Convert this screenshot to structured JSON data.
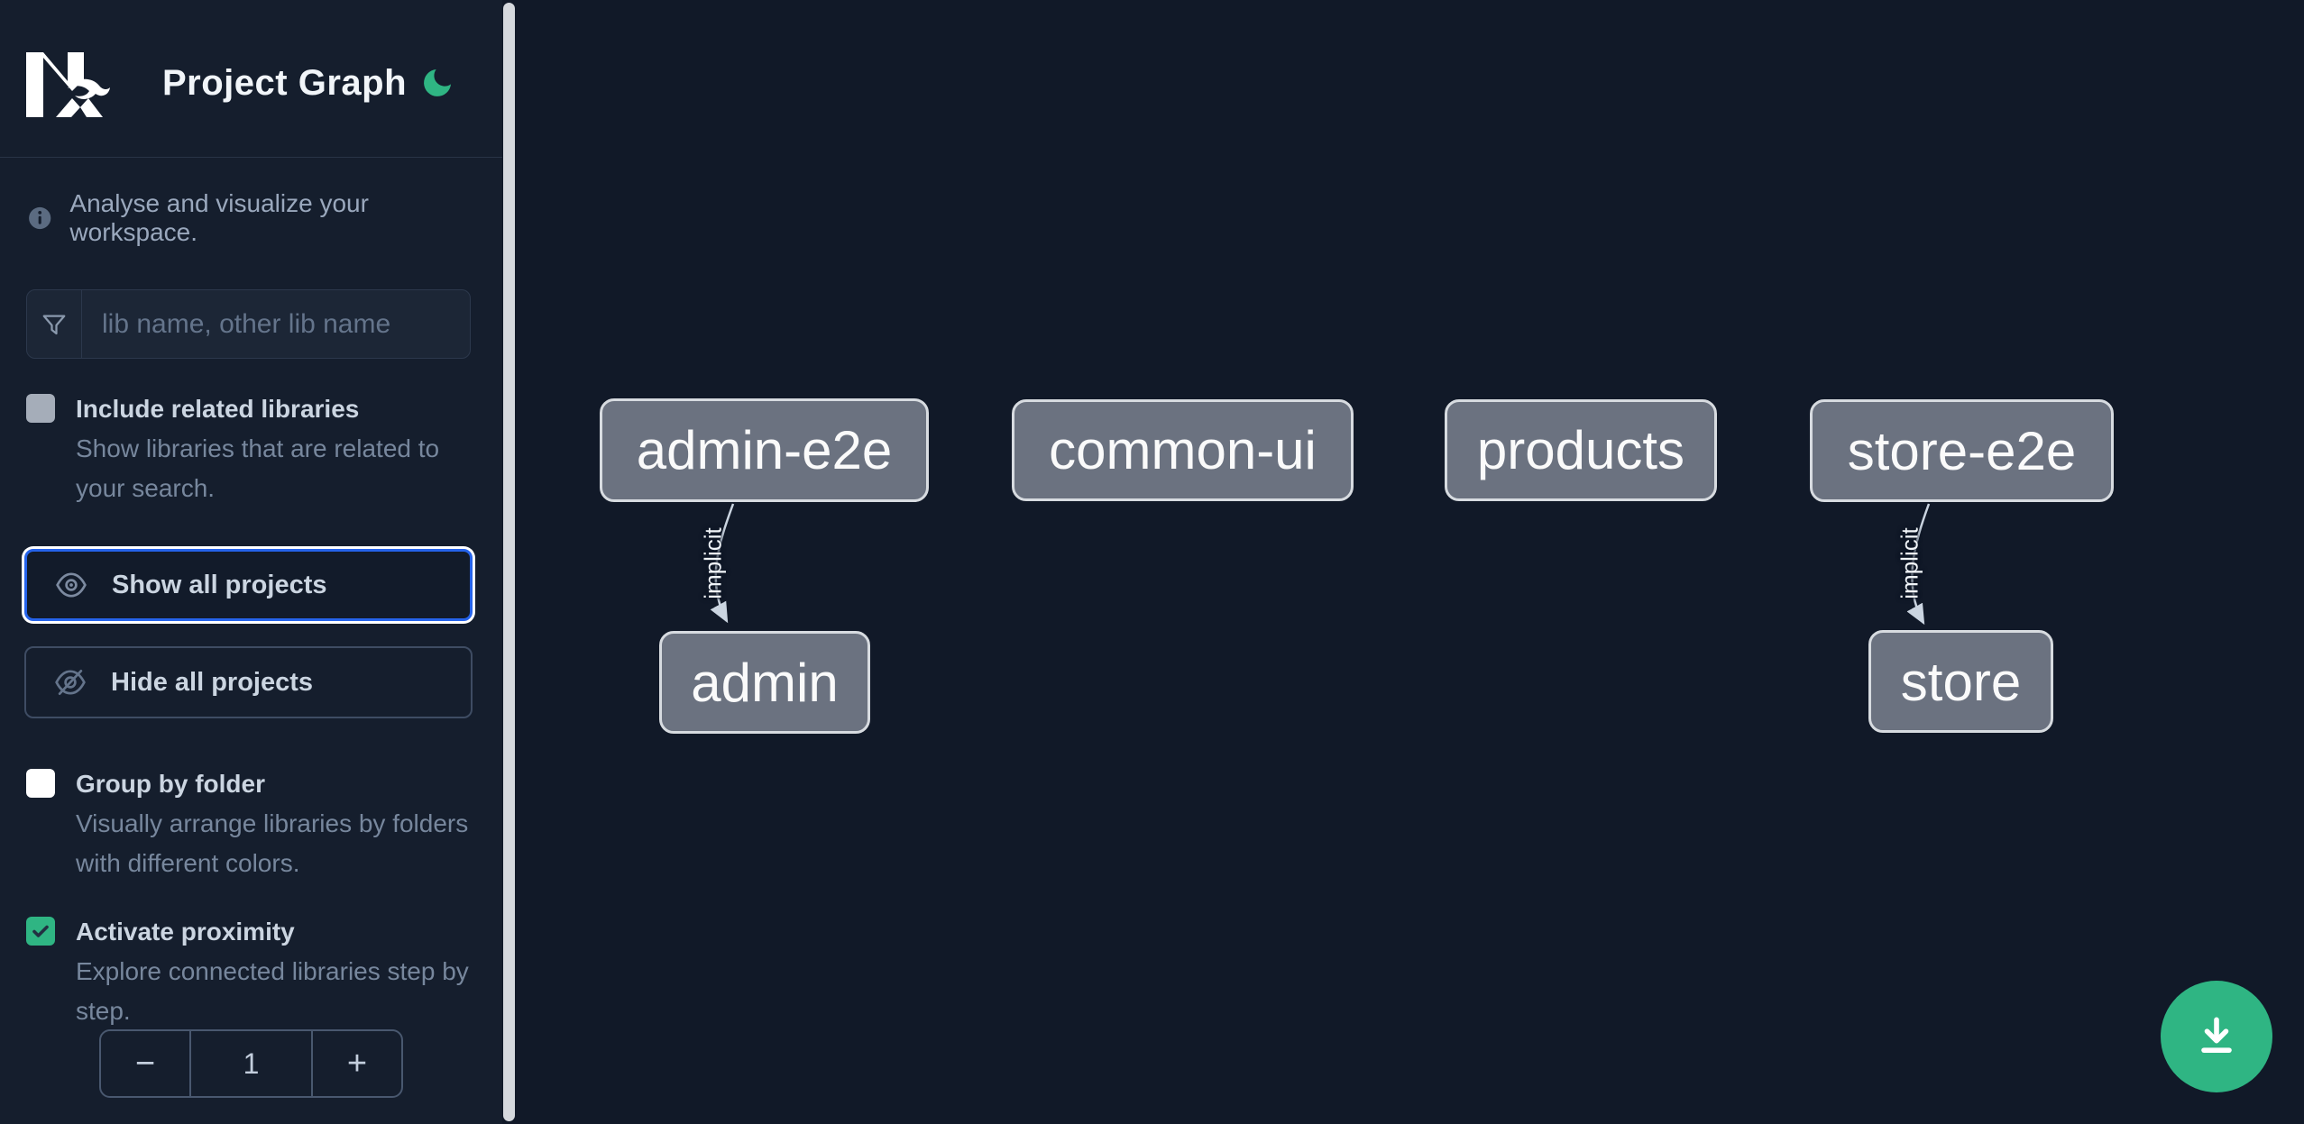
{
  "header": {
    "title": "Project Graph",
    "logo_icon": "nx-logo",
    "theme_icon": "moon"
  },
  "intro": {
    "icon": "info-circle-icon",
    "text": "Analyse and visualize your workspace."
  },
  "search": {
    "icon": "funnel-icon",
    "placeholder": "lib name, other lib name",
    "value": ""
  },
  "options": {
    "include_related": {
      "label": "Include related libraries",
      "description": "Show libraries that are related to your search.",
      "checked": false
    },
    "group_by_folder": {
      "label": "Group by folder",
      "description": "Visually arrange libraries by folders with different colors.",
      "checked": false
    },
    "activate_proximity": {
      "label": "Activate proximity",
      "description": "Explore connected libraries step by step.",
      "checked": true
    }
  },
  "buttons": {
    "show_all": "Show all projects",
    "hide_all": "Hide all projects",
    "show_all_icon": "eye-icon",
    "hide_all_icon": "eye-off-icon",
    "show_all_focused": true
  },
  "proximity_stepper": {
    "decrement": "−",
    "value": "1",
    "increment": "+"
  },
  "graph": {
    "nodes": [
      {
        "label": "admin-e2e"
      },
      {
        "label": "common-ui"
      },
      {
        "label": "products"
      },
      {
        "label": "store-e2e"
      },
      {
        "label": "admin"
      },
      {
        "label": "store"
      }
    ],
    "edges": [
      {
        "source": "admin-e2e",
        "target": "admin",
        "type": "implicit",
        "label": "implicit"
      },
      {
        "source": "store-e2e",
        "target": "store",
        "type": "implicit",
        "label": "implicit"
      }
    ]
  },
  "fab": {
    "icon": "download-icon"
  },
  "colors": {
    "accent_green": "#2fb583",
    "focus_blue": "#2563eb",
    "node_fill": "#6b7280",
    "node_border": "#d7dbe0",
    "edge": "#cbd5e1",
    "sidebar_bg": "#151e2d",
    "canvas_bg": "#111928"
  }
}
